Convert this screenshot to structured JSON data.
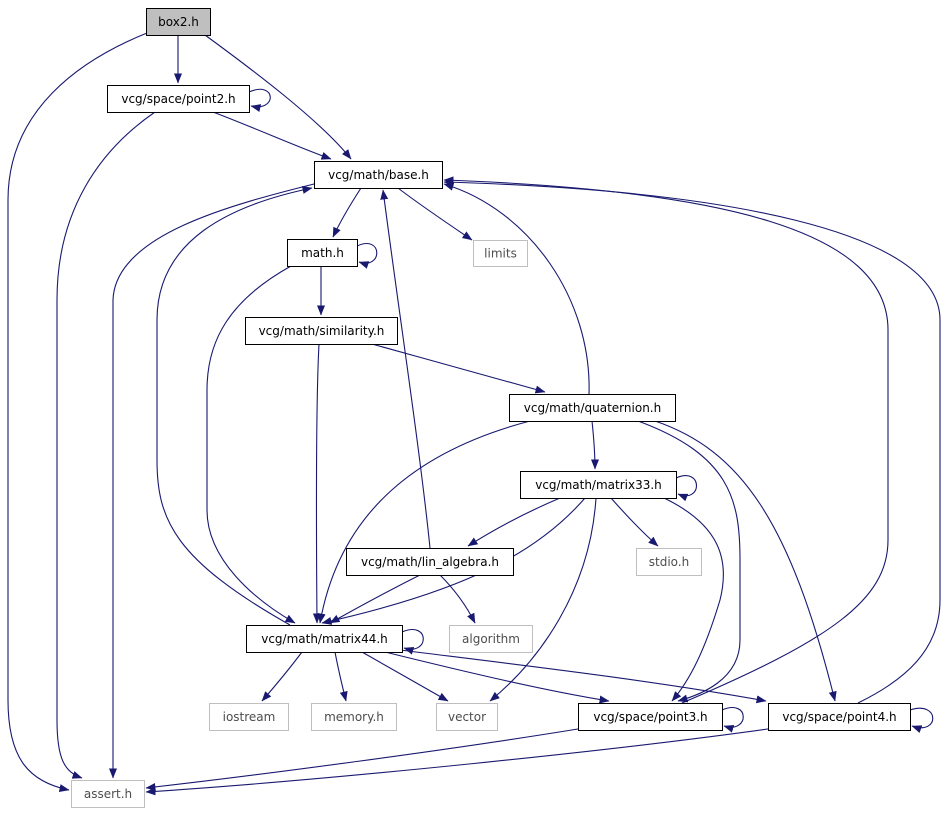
{
  "diagram": {
    "colors": {
      "edge": "#191970",
      "node_border": "#000000",
      "external_border": "#bfbfbf",
      "root_fill": "#bfbfbf",
      "node_fill": "#ffffff",
      "label": "#000000",
      "external_label": "#4d4d4d"
    },
    "nodes": [
      {
        "id": "box2",
        "label": "box2.h",
        "kind": "root"
      },
      {
        "id": "point2",
        "label": "vcg/space/point2.h",
        "kind": "file"
      },
      {
        "id": "base",
        "label": "vcg/math/base.h",
        "kind": "file"
      },
      {
        "id": "limits",
        "label": "limits",
        "kind": "external"
      },
      {
        "id": "math",
        "label": "math.h",
        "kind": "file"
      },
      {
        "id": "similarity",
        "label": "vcg/math/similarity.h",
        "kind": "file"
      },
      {
        "id": "quaternion",
        "label": "vcg/math/quaternion.h",
        "kind": "file"
      },
      {
        "id": "matrix33",
        "label": "vcg/math/matrix33.h",
        "kind": "file"
      },
      {
        "id": "stdio",
        "label": "stdio.h",
        "kind": "external"
      },
      {
        "id": "linalg",
        "label": "vcg/math/lin_algebra.h",
        "kind": "file"
      },
      {
        "id": "algorithm",
        "label": "algorithm",
        "kind": "external"
      },
      {
        "id": "matrix44",
        "label": "vcg/math/matrix44.h",
        "kind": "file"
      },
      {
        "id": "iostream",
        "label": "iostream",
        "kind": "external"
      },
      {
        "id": "memory",
        "label": "memory.h",
        "kind": "external"
      },
      {
        "id": "vector",
        "label": "vector",
        "kind": "external"
      },
      {
        "id": "point3",
        "label": "vcg/space/point3.h",
        "kind": "file"
      },
      {
        "id": "point4",
        "label": "vcg/space/point4.h",
        "kind": "file"
      },
      {
        "id": "assert",
        "label": "assert.h",
        "kind": "external"
      }
    ],
    "edges": [
      {
        "from": "box2",
        "to": "point2"
      },
      {
        "from": "box2",
        "to": "base"
      },
      {
        "from": "box2",
        "to": "assert"
      },
      {
        "from": "point2",
        "to": "point2"
      },
      {
        "from": "point2",
        "to": "base"
      },
      {
        "from": "point2",
        "to": "assert"
      },
      {
        "from": "base",
        "to": "math"
      },
      {
        "from": "base",
        "to": "limits"
      },
      {
        "from": "base",
        "to": "assert"
      },
      {
        "from": "math",
        "to": "math"
      },
      {
        "from": "math",
        "to": "similarity"
      },
      {
        "from": "math",
        "to": "matrix44"
      },
      {
        "from": "similarity",
        "to": "quaternion"
      },
      {
        "from": "similarity",
        "to": "matrix44"
      },
      {
        "from": "quaternion",
        "to": "base"
      },
      {
        "from": "quaternion",
        "to": "matrix33"
      },
      {
        "from": "quaternion",
        "to": "matrix44"
      },
      {
        "from": "quaternion",
        "to": "point3"
      },
      {
        "from": "quaternion",
        "to": "point4"
      },
      {
        "from": "matrix33",
        "to": "matrix33"
      },
      {
        "from": "matrix33",
        "to": "linalg"
      },
      {
        "from": "matrix33",
        "to": "stdio"
      },
      {
        "from": "matrix33",
        "to": "matrix44"
      },
      {
        "from": "matrix33",
        "to": "vector"
      },
      {
        "from": "matrix33",
        "to": "point3"
      },
      {
        "from": "linalg",
        "to": "base"
      },
      {
        "from": "linalg",
        "to": "algorithm"
      },
      {
        "from": "linalg",
        "to": "matrix44"
      },
      {
        "from": "matrix44",
        "to": "matrix44"
      },
      {
        "from": "matrix44",
        "to": "base"
      },
      {
        "from": "matrix44",
        "to": "iostream"
      },
      {
        "from": "matrix44",
        "to": "memory"
      },
      {
        "from": "matrix44",
        "to": "vector"
      },
      {
        "from": "matrix44",
        "to": "point3"
      },
      {
        "from": "matrix44",
        "to": "point4"
      },
      {
        "from": "point3",
        "to": "point3"
      },
      {
        "from": "point3",
        "to": "base"
      },
      {
        "from": "point3",
        "to": "assert"
      },
      {
        "from": "point4",
        "to": "point4"
      },
      {
        "from": "point4",
        "to": "base"
      },
      {
        "from": "point4",
        "to": "assert"
      }
    ]
  }
}
